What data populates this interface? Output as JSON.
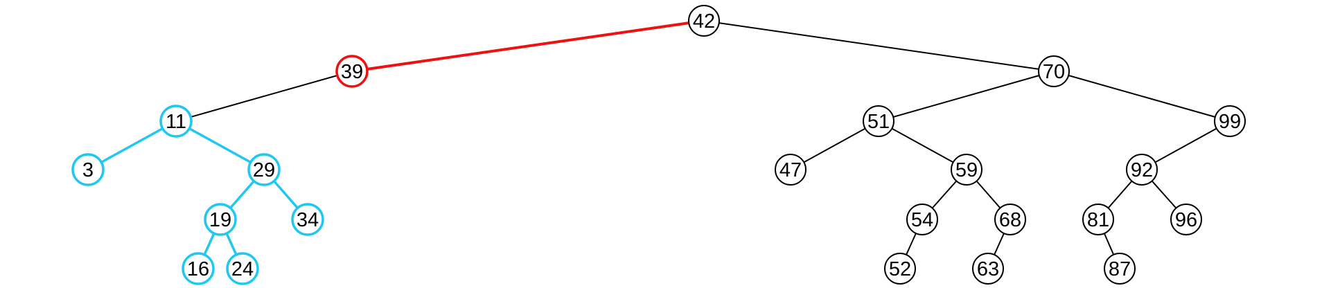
{
  "colors": {
    "default": "#000000",
    "root_edge_highlight": "#ee1111",
    "subtree_highlight": "#1ec8f0"
  },
  "tree": {
    "nodes": [
      {
        "id": "n42",
        "label": "42",
        "style": "default"
      },
      {
        "id": "n39",
        "label": "39",
        "style": "root_edge_highlight"
      },
      {
        "id": "n70",
        "label": "70",
        "style": "default"
      },
      {
        "id": "n11",
        "label": "11",
        "style": "subtree_highlight"
      },
      {
        "id": "n3",
        "label": "3",
        "style": "subtree_highlight"
      },
      {
        "id": "n29",
        "label": "29",
        "style": "subtree_highlight"
      },
      {
        "id": "n19",
        "label": "19",
        "style": "subtree_highlight"
      },
      {
        "id": "n34",
        "label": "34",
        "style": "subtree_highlight"
      },
      {
        "id": "n16",
        "label": "16",
        "style": "subtree_highlight"
      },
      {
        "id": "n24",
        "label": "24",
        "style": "subtree_highlight"
      },
      {
        "id": "n51",
        "label": "51",
        "style": "default"
      },
      {
        "id": "n99",
        "label": "99",
        "style": "default"
      },
      {
        "id": "n47",
        "label": "47",
        "style": "default"
      },
      {
        "id": "n59",
        "label": "59",
        "style": "default"
      },
      {
        "id": "n54",
        "label": "54",
        "style": "default"
      },
      {
        "id": "n68",
        "label": "68",
        "style": "default"
      },
      {
        "id": "n52",
        "label": "52",
        "style": "default"
      },
      {
        "id": "n63",
        "label": "63",
        "style": "default"
      },
      {
        "id": "n92",
        "label": "92",
        "style": "default"
      },
      {
        "id": "n81",
        "label": "81",
        "style": "default"
      },
      {
        "id": "n96",
        "label": "96",
        "style": "default"
      },
      {
        "id": "n87",
        "label": "87",
        "style": "default"
      }
    ],
    "edges": [
      {
        "from": "n42",
        "to": "n39",
        "style": "root_edge_highlight"
      },
      {
        "from": "n42",
        "to": "n70",
        "style": "default"
      },
      {
        "from": "n39",
        "to": "n11",
        "style": "default"
      },
      {
        "from": "n11",
        "to": "n3",
        "style": "subtree_highlight"
      },
      {
        "from": "n11",
        "to": "n29",
        "style": "subtree_highlight"
      },
      {
        "from": "n29",
        "to": "n19",
        "style": "subtree_highlight"
      },
      {
        "from": "n29",
        "to": "n34",
        "style": "subtree_highlight"
      },
      {
        "from": "n19",
        "to": "n16",
        "style": "subtree_highlight"
      },
      {
        "from": "n19",
        "to": "n24",
        "style": "subtree_highlight"
      },
      {
        "from": "n70",
        "to": "n51",
        "style": "default"
      },
      {
        "from": "n70",
        "to": "n99",
        "style": "default"
      },
      {
        "from": "n51",
        "to": "n47",
        "style": "default"
      },
      {
        "from": "n51",
        "to": "n59",
        "style": "default"
      },
      {
        "from": "n59",
        "to": "n54",
        "style": "default"
      },
      {
        "from": "n59",
        "to": "n68",
        "style": "default"
      },
      {
        "from": "n54",
        "to": "n52",
        "style": "default"
      },
      {
        "from": "n68",
        "to": "n63",
        "style": "default"
      },
      {
        "from": "n99",
        "to": "n92",
        "style": "default"
      },
      {
        "from": "n92",
        "to": "n81",
        "style": "default"
      },
      {
        "from": "n92",
        "to": "n96",
        "style": "default"
      },
      {
        "from": "n81",
        "to": "n87",
        "style": "default"
      }
    ]
  }
}
